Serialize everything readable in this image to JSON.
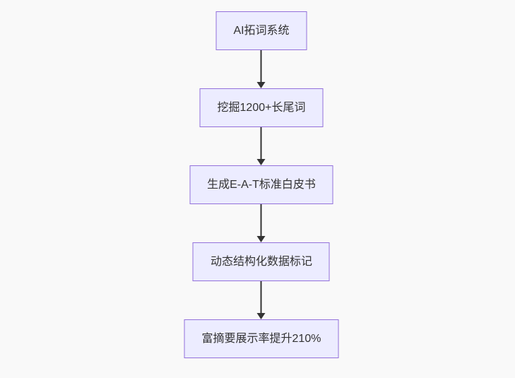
{
  "diagram": {
    "type": "flowchart",
    "direction": "top-down",
    "nodes": [
      {
        "id": "1",
        "label": "AI拓词系统"
      },
      {
        "id": "2",
        "label": "挖掘1200+长尾词"
      },
      {
        "id": "3",
        "label": "生成E-A-T标准白皮书"
      },
      {
        "id": "4",
        "label": "动态结构化数据标记"
      },
      {
        "id": "5",
        "label": "富摘要展示率提升210%"
      }
    ],
    "edges": [
      {
        "from": "1",
        "to": "2"
      },
      {
        "from": "2",
        "to": "3"
      },
      {
        "from": "3",
        "to": "4"
      },
      {
        "from": "4",
        "to": "5"
      }
    ],
    "colors": {
      "background": "#f9f9f9",
      "node_fill": "#ececff",
      "node_border": "#9370db",
      "arrow": "#333333",
      "text": "#333333"
    }
  }
}
